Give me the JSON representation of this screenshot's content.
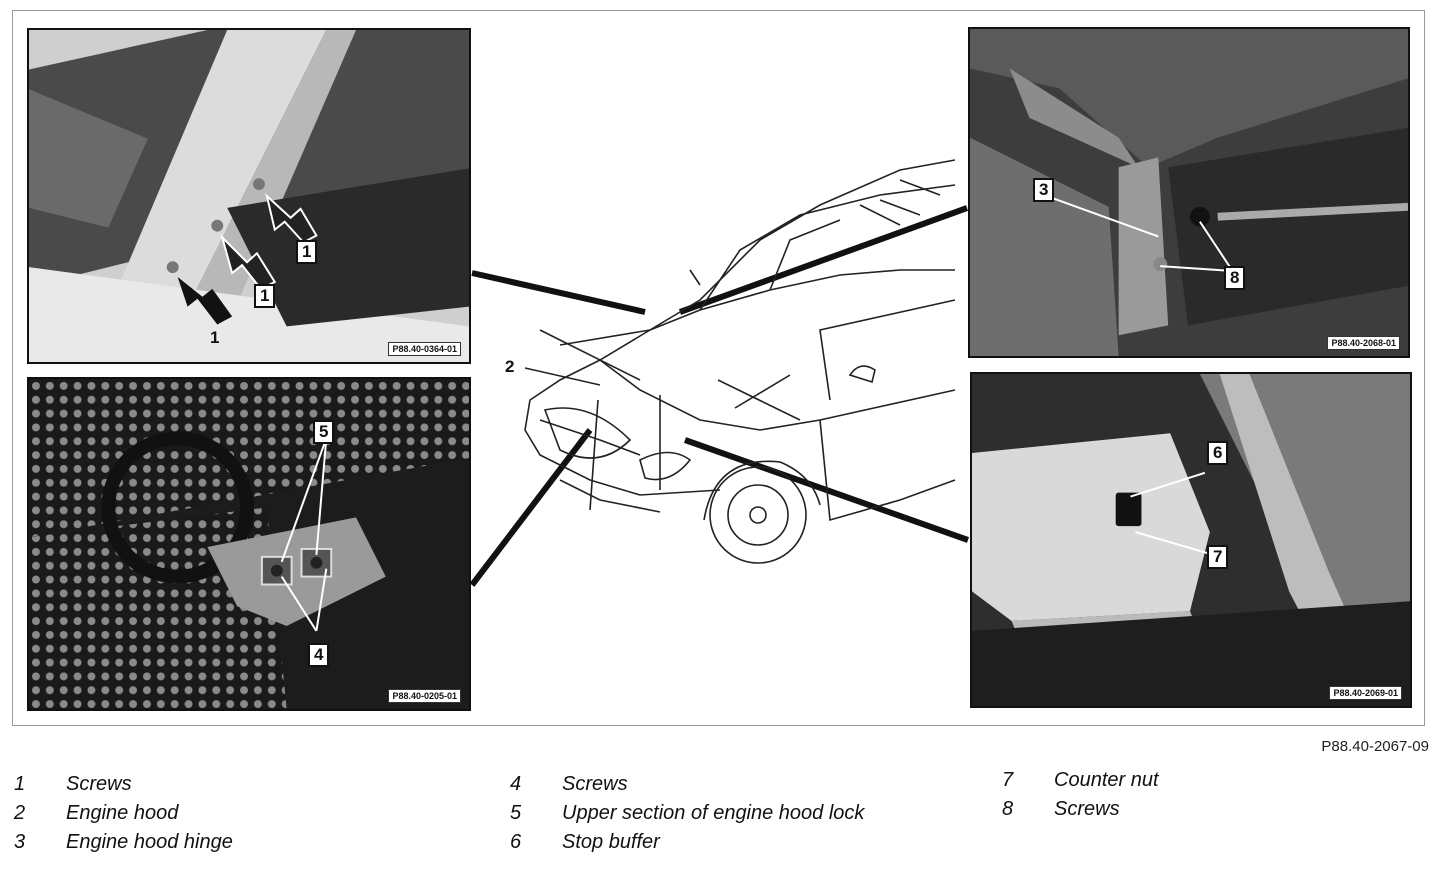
{
  "figure_id": "P88.40-2067-09",
  "panels": {
    "top_left": {
      "code": "P88.40-0364-01",
      "callouts": [
        "1",
        "1",
        "1"
      ]
    },
    "bottom_left": {
      "code": "P88.40-0205-01",
      "callouts": [
        "5",
        "4"
      ]
    },
    "top_right": {
      "code": "P88.40-2068-01",
      "callouts": [
        "3",
        "8"
      ]
    },
    "bottom_right": {
      "code": "P88.40-2069-01",
      "callouts": [
        "6",
        "7"
      ]
    }
  },
  "vehicle_callout": "2",
  "legend": [
    {
      "num": "1",
      "text": "Screws"
    },
    {
      "num": "2",
      "text": "Engine hood"
    },
    {
      "num": "3",
      "text": "Engine hood hinge"
    },
    {
      "num": "4",
      "text": "Screws"
    },
    {
      "num": "5",
      "text": "Upper section of engine hood lock"
    },
    {
      "num": "6",
      "text": "Stop buffer"
    },
    {
      "num": "7",
      "text": "Counter nut"
    },
    {
      "num": "8",
      "text": "Screws"
    }
  ]
}
